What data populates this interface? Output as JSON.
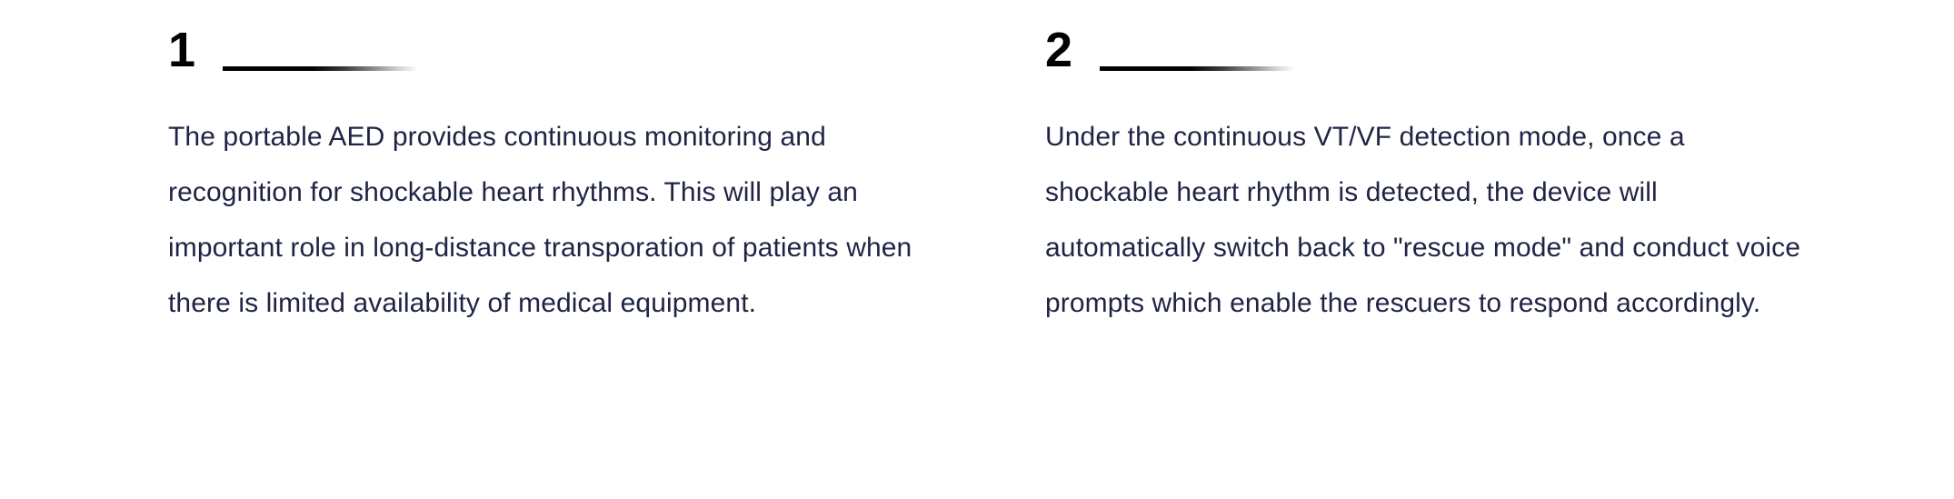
{
  "page": {
    "background_color": "#ffffff",
    "text_color": "#1f2445",
    "number_color": "#000000",
    "rule_color": "#000000"
  },
  "features": [
    {
      "number": "1",
      "rule": "gradient-rule",
      "body": "The portable AED provides continuous monitoring and recognition for shockable heart rhythms. This will play an important role in long-distance transporation of patients when there is limited availability of medical equipment."
    },
    {
      "number": "2",
      "rule": "gradient-rule",
      "body": "Under the continuous VT/VF detection mode, once a shockable heart rhythm is detected, the device will automatically switch back to \"rescue mode\" and conduct voice prompts which enable the rescuers to respond accordingly."
    }
  ]
}
